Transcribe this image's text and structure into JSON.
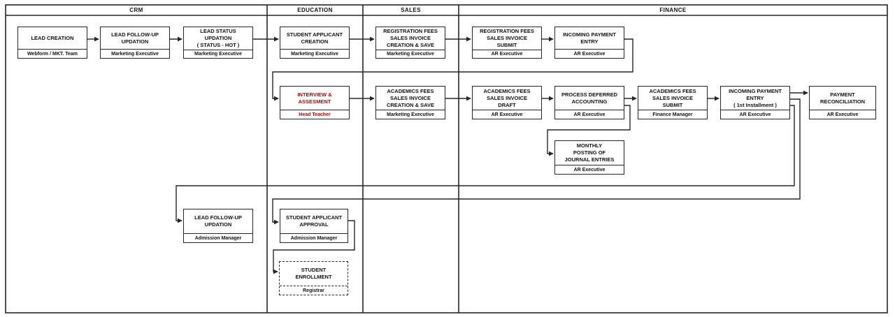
{
  "lanes": [
    {
      "id": "crm",
      "label": "CRM"
    },
    {
      "id": "education",
      "label": "EDUCATION"
    },
    {
      "id": "sales",
      "label": "SALES"
    },
    {
      "id": "finance",
      "label": "FINANCE"
    }
  ],
  "nodes": {
    "lead_creation": {
      "lane": "crm",
      "title": "LEAD CREATION",
      "role": "Webform / MKT. Team"
    },
    "lead_followup1": {
      "lane": "crm",
      "title": "LEAD FOLLOW-UP\nUPDATION",
      "role": "Marketing Executive"
    },
    "lead_status": {
      "lane": "crm",
      "title": "LEAD STATUS\nUPDATION\n( STATUS - HOT )",
      "role": "Marketing Executive"
    },
    "student_app_creation": {
      "lane": "education",
      "title": "STUDENT APPLICANT\nCREATION",
      "role": "Marketing Executive"
    },
    "reg_inv_cs": {
      "lane": "sales",
      "title": "REGISTRATION FEES\nSALES INVOICE\nCREATION & SAVE",
      "role": "Marketing Executive"
    },
    "reg_inv_submit": {
      "lane": "finance",
      "title": "REGISTRATION FEES\nSALES INVOICE\nSUBMIT",
      "role": "AR Executive"
    },
    "incoming_pay1": {
      "lane": "finance",
      "title": "INCOMING PAYMENT\nENTRY",
      "role": "AR Executive"
    },
    "interview": {
      "lane": "education",
      "title": "INTERVIEW &\nASSESMENT",
      "role": "Head Teacher",
      "highlight": true
    },
    "acad_inv_cs": {
      "lane": "sales",
      "title": "ACADEMICS FEES\nSALES INVOICE\nCREATION & SAVE",
      "role": "Marketing Executive"
    },
    "acad_inv_draft": {
      "lane": "finance",
      "title": "ACADEMICS FEES\nSALES INVOICE\nDRAFT",
      "role": "AR Executive"
    },
    "process_deferred": {
      "lane": "finance",
      "title": "PROCESS DEFERRED\nACCOUNTING",
      "role": "AR Executive"
    },
    "acad_inv_submit": {
      "lane": "finance",
      "title": "ACADEMICS FEES\nSALES INVOICE\nSUBMIT",
      "role": "Finance Manager"
    },
    "incoming_pay2": {
      "lane": "finance",
      "title": "INCOMING PAYMENT\nENTRY\n( 1st Installment )",
      "role": "AR Executive"
    },
    "payment_recon": {
      "lane": "finance",
      "title": "PAYMENT\nRECONCILIATION",
      "role": "AR Executive"
    },
    "monthly_posting": {
      "lane": "finance",
      "title": "MONTHLY\nPOSTING OF\nJOURNAL ENTRIES",
      "role": "AR Executive"
    },
    "lead_followup2": {
      "lane": "crm",
      "title": "LEAD FOLLOW-UP\nUPDATION",
      "role": "Admission Manager"
    },
    "student_approval": {
      "lane": "education",
      "title": "STUDENT APPLICANT\nAPPROVAL",
      "role": "Admission Manager"
    },
    "student_enrollment": {
      "lane": "education",
      "title": "STUDENT\nENROLLMENT",
      "role": "Registrar",
      "dashed": true
    }
  },
  "edges": [
    {
      "from": "lead_creation",
      "to": "lead_followup1"
    },
    {
      "from": "lead_followup1",
      "to": "lead_status"
    },
    {
      "from": "lead_status",
      "to": "student_app_creation"
    },
    {
      "from": "student_app_creation",
      "to": "reg_inv_cs"
    },
    {
      "from": "reg_inv_cs",
      "to": "reg_inv_submit"
    },
    {
      "from": "reg_inv_submit",
      "to": "incoming_pay1"
    },
    {
      "from": "incoming_pay1",
      "to": "interview"
    },
    {
      "from": "interview",
      "to": "acad_inv_cs"
    },
    {
      "from": "acad_inv_cs",
      "to": "acad_inv_draft"
    },
    {
      "from": "acad_inv_draft",
      "to": "process_deferred"
    },
    {
      "from": "process_deferred",
      "to": "acad_inv_submit"
    },
    {
      "from": "process_deferred",
      "to": "monthly_posting"
    },
    {
      "from": "acad_inv_submit",
      "to": "incoming_pay2"
    },
    {
      "from": "incoming_pay2",
      "to": "payment_recon"
    },
    {
      "from": "incoming_pay2",
      "to": "student_approval"
    },
    {
      "from": "incoming_pay2",
      "to": "lead_followup2"
    },
    {
      "from": "student_approval",
      "to": "student_enrollment"
    }
  ],
  "colors": {
    "line": "#262626",
    "text": "#111111",
    "highlight": "#c00000",
    "background": "#ffffff"
  }
}
